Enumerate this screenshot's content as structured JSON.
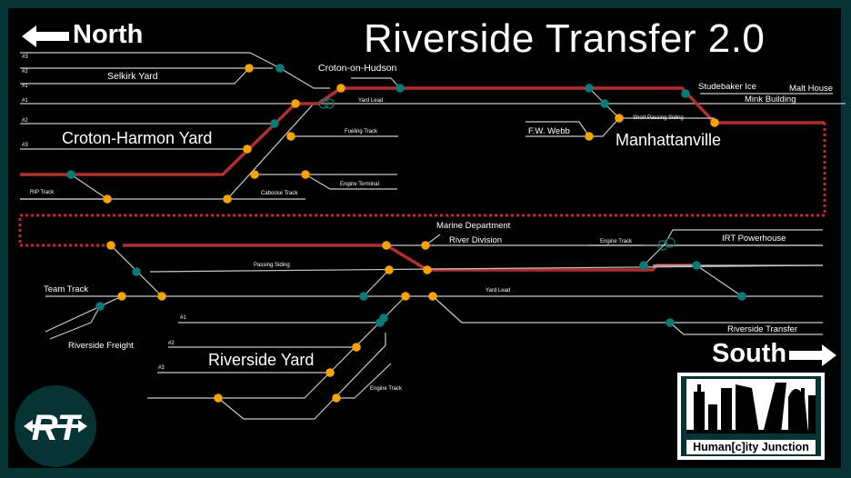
{
  "title": "Riverside Transfer 2.0",
  "directions": {
    "north": "North",
    "south": "South"
  },
  "colors": {
    "border": "#063435",
    "mainline": "#b03030",
    "track": "#c8c8c8",
    "switch_orange": "#f5a300",
    "switch_teal": "#0a7a78"
  },
  "areas": {
    "selkirk_yard": {
      "name": "Selkirk Yard",
      "tracks": [
        "#3",
        "#2",
        "#1"
      ]
    },
    "croton_harmon_yard": {
      "name": "Croton-Harmon Yard",
      "tracks": [
        "#1",
        "#2",
        "#3"
      ],
      "spurs": [
        "RIP Track",
        "Caboose Track",
        "Fueling Track",
        "Engine Terminal",
        "Yard Lead"
      ]
    },
    "croton_on_hudson": "Croton-on-Hudson",
    "manhattanville": {
      "name": "Manhattanville",
      "industries": [
        "F.W. Webb",
        "Studebaker Ice",
        "Malt House",
        "Mink Building"
      ],
      "spurs": [
        "Short Passing Siding"
      ]
    },
    "riverside": {
      "industries": [
        "Marine Department",
        "River Division",
        "IRT Powerhouse",
        "Riverside Transfer",
        "Riverside Freight"
      ],
      "spurs": [
        "Engine Track",
        "Passing Siding",
        "Team Track",
        "Yard Lead"
      ]
    },
    "riverside_yard": {
      "name": "Riverside Yard",
      "tracks": [
        "#1",
        "#2",
        "#3"
      ],
      "spurs": [
        "Engine Track"
      ]
    }
  },
  "logos": {
    "rt": "RT",
    "humancity": "Human[c]ity Junction"
  }
}
